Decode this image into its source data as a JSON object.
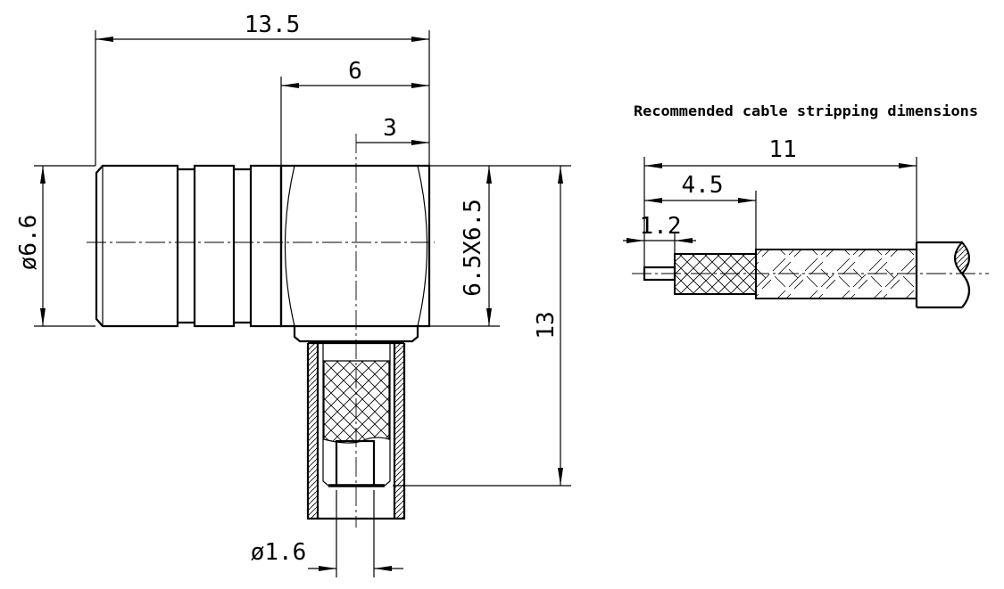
{
  "drawing": {
    "connector": {
      "dim_overall_length": "13.5",
      "dim_body_length": "6",
      "dim_center_offset": "3",
      "dim_diameter": "ø6.6",
      "dim_body_size": "6.5X6.5",
      "dim_height": "13",
      "dim_pin_diameter": "ø1.6"
    },
    "cable": {
      "title": "Recommended cable stripping dimensions",
      "dim_total_strip": "11",
      "dim_braid_strip": "4.5",
      "dim_pin_strip": "1.2"
    }
  }
}
